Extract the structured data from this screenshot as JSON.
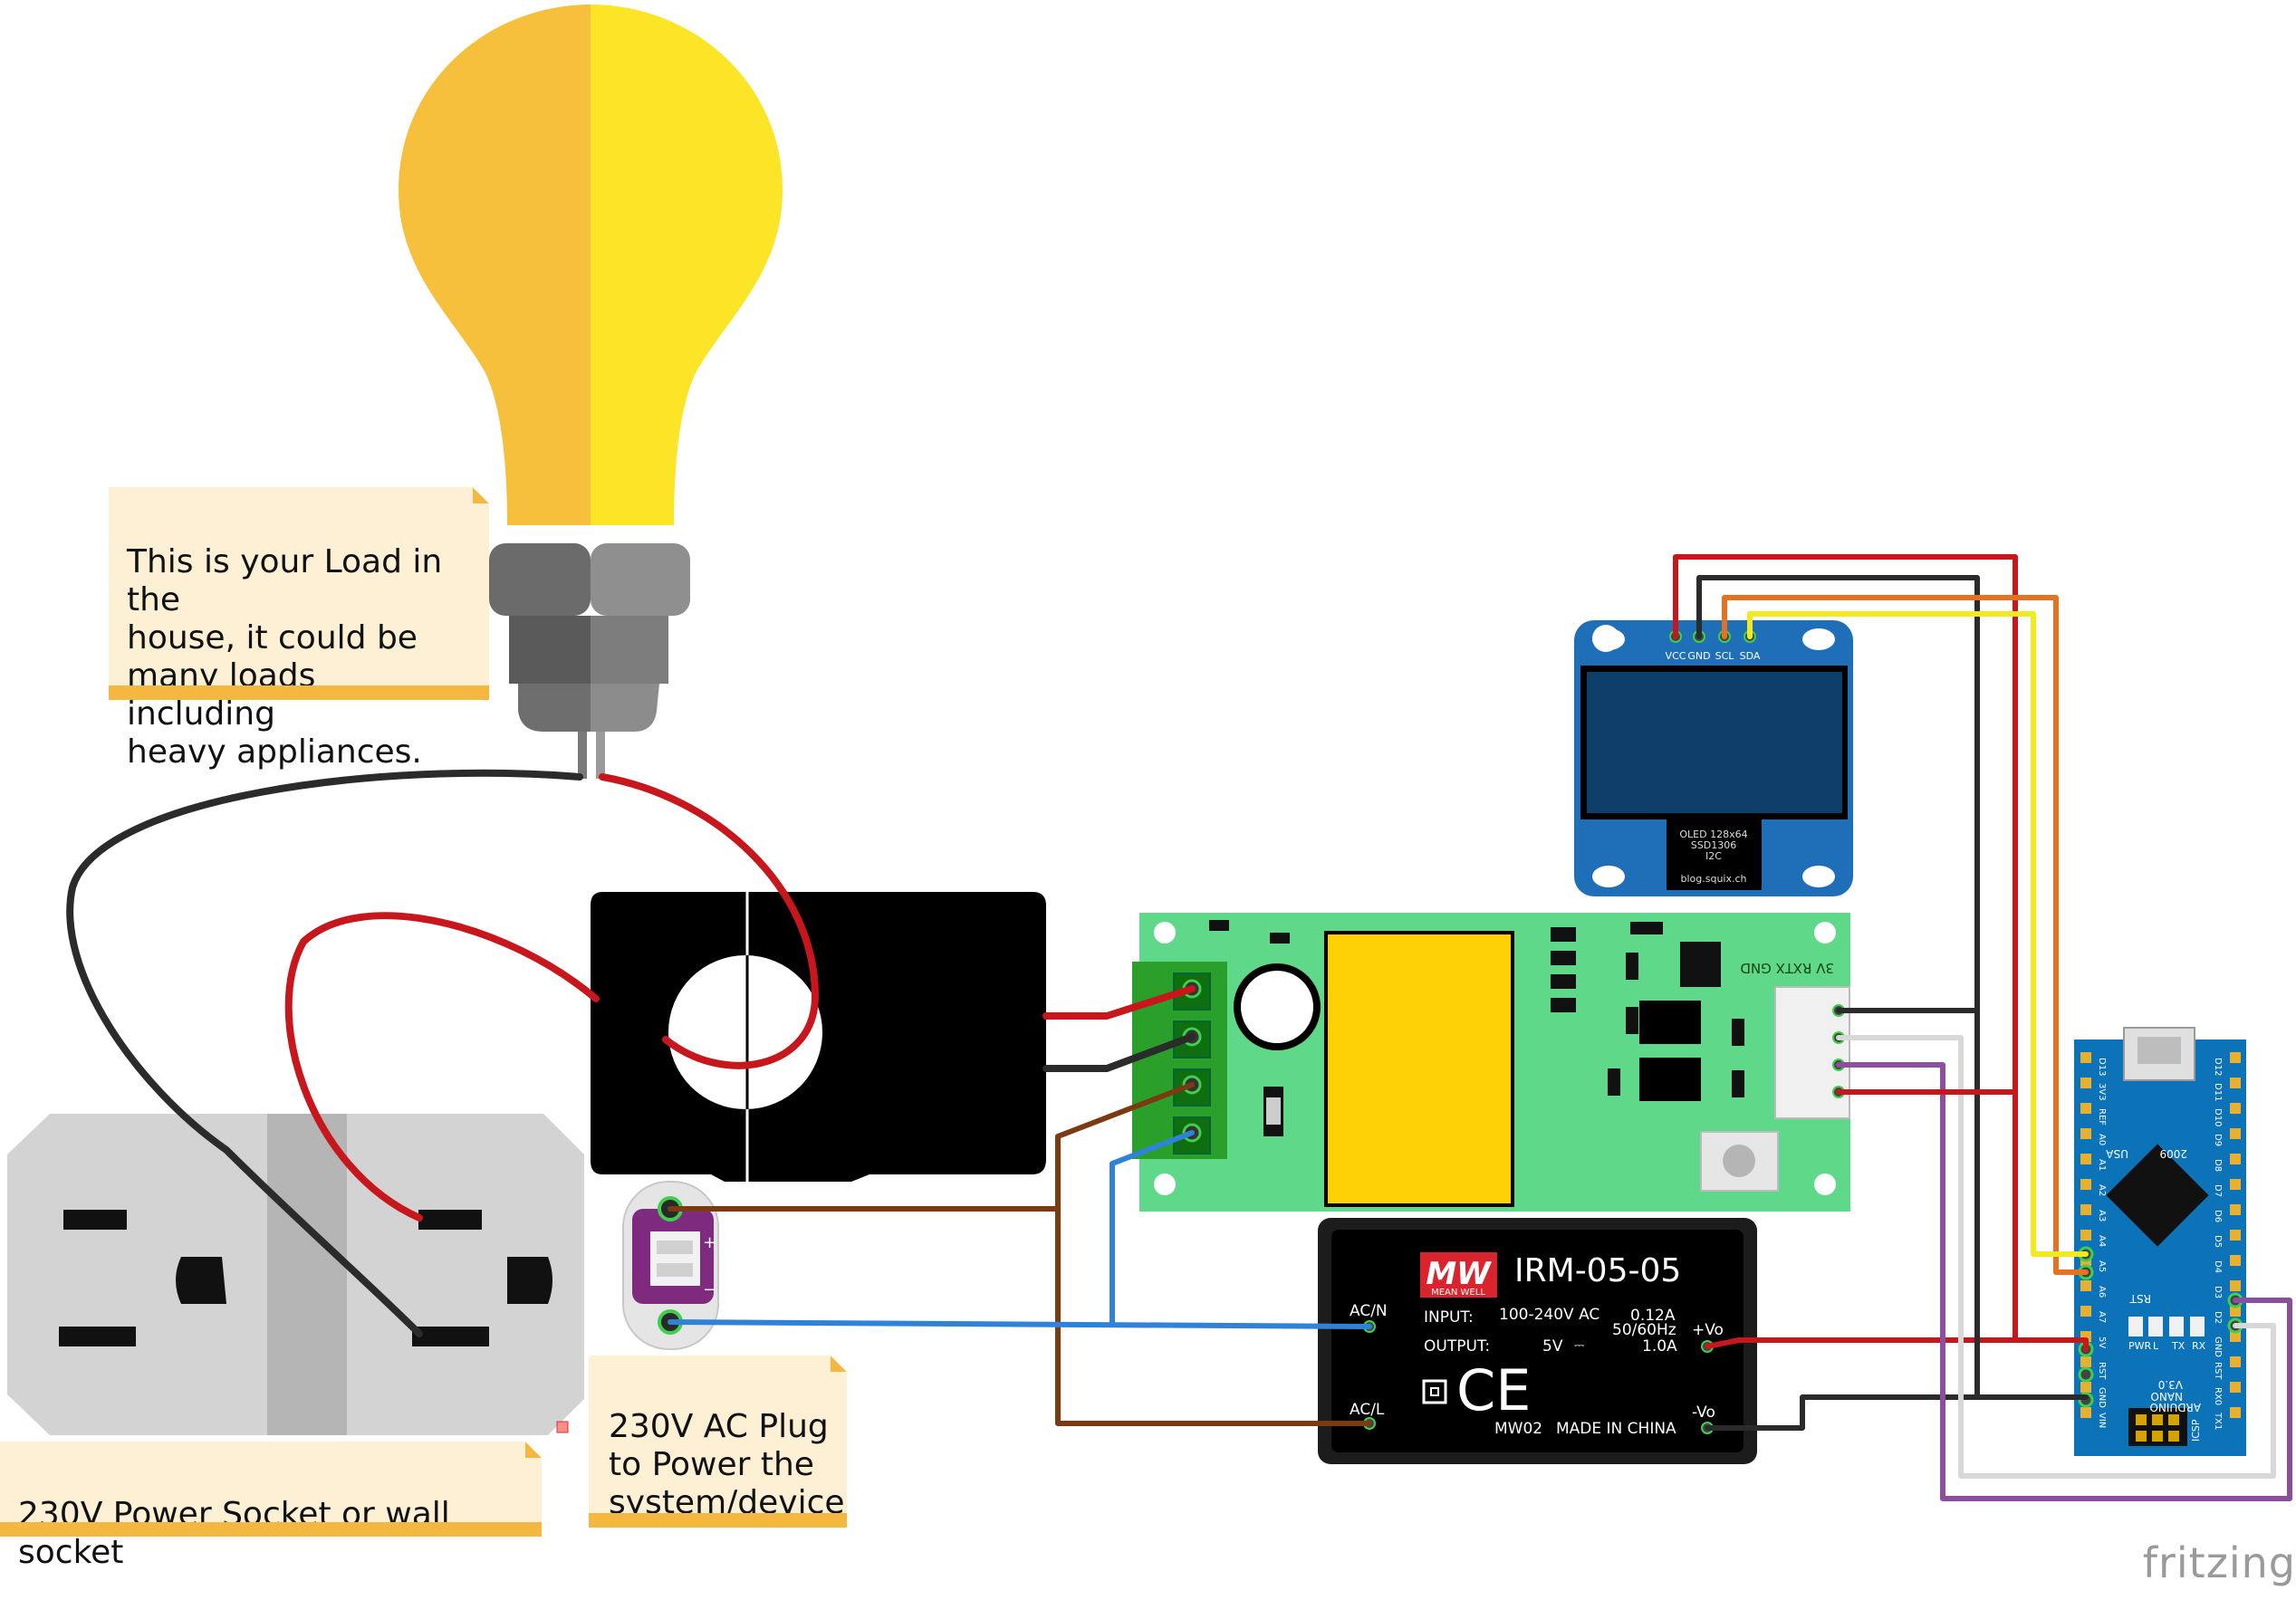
{
  "notes": {
    "load": "This is your Load in the\nhouse, it could be\nmany loads including\nheavy appliances.",
    "socket": "230V Power Socket or wall socket",
    "plug": "230V AC Plug\nto Power the\nsystem/device"
  },
  "oled": {
    "pins": [
      "VCC",
      "GND",
      "SCL",
      "SDA"
    ],
    "label_lines": [
      "OLED 128x64",
      "SSD1306",
      "I2C"
    ],
    "url": "blog.squix.ch"
  },
  "pzem_header": "3V RXTX GND",
  "psu": {
    "brand": "MW",
    "brand_sub": "MEAN WELL",
    "model": "IRM-05-05",
    "input_label": "INPUT:",
    "input_value": "100-240V AC",
    "input_current": "0.12A",
    "input_freq": "50/60Hz",
    "output_label": "OUTPUT:",
    "output_voltage": "5V",
    "output_current": "1.0A",
    "acn": "AC/N",
    "acl": "AC/L",
    "vo_plus": "+Vo",
    "vo_minus": "-Vo",
    "ce": "CE",
    "code": "MW02",
    "made_in": "MADE IN CHINA"
  },
  "arduino": {
    "top_left_pins": [
      "D13",
      "3V3",
      "REF",
      "A0",
      "A1",
      "A2",
      "A3",
      "A4",
      "A5",
      "A6",
      "A7",
      "5V",
      "RST",
      "GND",
      "VIN"
    ],
    "top_right_pins": [
      "D12",
      "D11",
      "D10",
      "D9",
      "D8",
      "D7",
      "D6",
      "D5",
      "D4",
      "D3",
      "D2",
      "GND",
      "RST",
      "RX0",
      "TX1"
    ],
    "labels": [
      "2009",
      "USA",
      "RST",
      "ARDUINO",
      "NANO",
      "V3.0",
      "ICSP",
      "PWR",
      "L",
      "TX",
      "RX"
    ]
  },
  "colors": {
    "bulb_left": "#f7c03c",
    "bulb_right": "#fce527",
    "wire_red": "#c8161d",
    "wire_black": "#2b2b2b",
    "wire_brown": "#7a3a12",
    "wire_blue": "#2f82d6",
    "wire_yellow": "#f2ea1e",
    "wire_orange": "#e6711f",
    "wire_purple": "#8e4e9e",
    "wire_white": "#d8d8d8",
    "pcb_green": "#5fd88a",
    "oled_blue": "#1f6fb8",
    "nano_blue": "#0c73b8"
  },
  "watermark": "fritzing"
}
